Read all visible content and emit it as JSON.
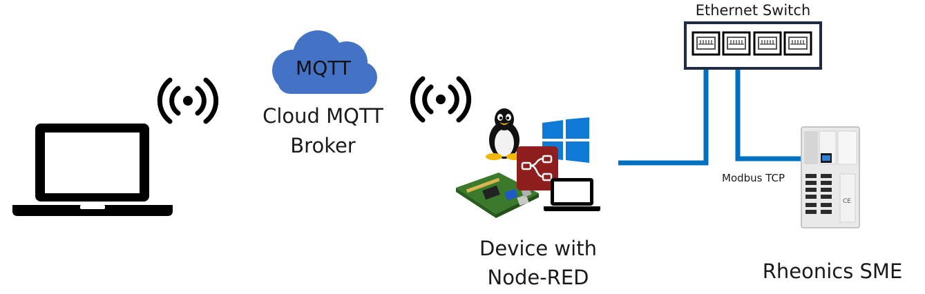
{
  "cloud": {
    "text": "MQTT",
    "label_line1": "Cloud MQTT",
    "label_line2": "Broker",
    "color": "#4472C4"
  },
  "switch": {
    "label": "Ethernet Switch",
    "frame_color": "#1F2A44"
  },
  "device": {
    "label_line1": "Device with",
    "label_line2": "Node-RED"
  },
  "link": {
    "label": "Modbus TCP",
    "color": "#0070C0"
  },
  "sme": {
    "label": "Rheonics SME"
  },
  "icons": {
    "laptop_left": "laptop-icon",
    "wireless_left": "wireless-signal-icon",
    "wireless_right": "wireless-signal-icon",
    "linux": "tux-penguin-icon",
    "windows": "windows-logo-icon",
    "nodered": "node-red-icon",
    "raspberry": "raspberry-pi-board-icon",
    "laptop_small": "laptop-icon",
    "ports": "ethernet-port-icon",
    "sme_device": "din-rail-module-icon"
  }
}
